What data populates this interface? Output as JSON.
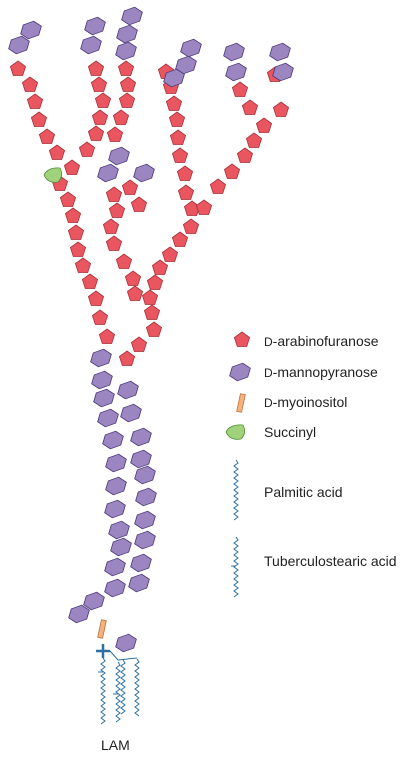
{
  "colors": {
    "arabinofuranose_fill": "#e95660",
    "arabinofuranose_stroke": "#a8303a",
    "mannopyranose_fill": "#9b86c2",
    "mannopyranose_stroke": "#4a3a7a",
    "myoinositol_fill": "#f4b27e",
    "myoinositol_stroke": "#c0703c",
    "succinyl_fill": "#9fd27a",
    "succinyl_stroke": "#4f8a33",
    "lipid_stroke": "#2c6fa3"
  },
  "legend": {
    "arabinofuranose_prefix": "D",
    "arabinofuranose_suffix": "-arabinofuranose",
    "mannopyranose_prefix": "D",
    "mannopyranose_suffix": "-mannopyranose",
    "myoinositol_prefix": "D",
    "myoinositol_suffix": "-myoinositol",
    "succinyl": "Succinyl",
    "palmitic_acid": "Palmitic acid",
    "tuberculostearic_acid": "Tuberculostearic acid"
  },
  "structure_label": "LAM"
}
